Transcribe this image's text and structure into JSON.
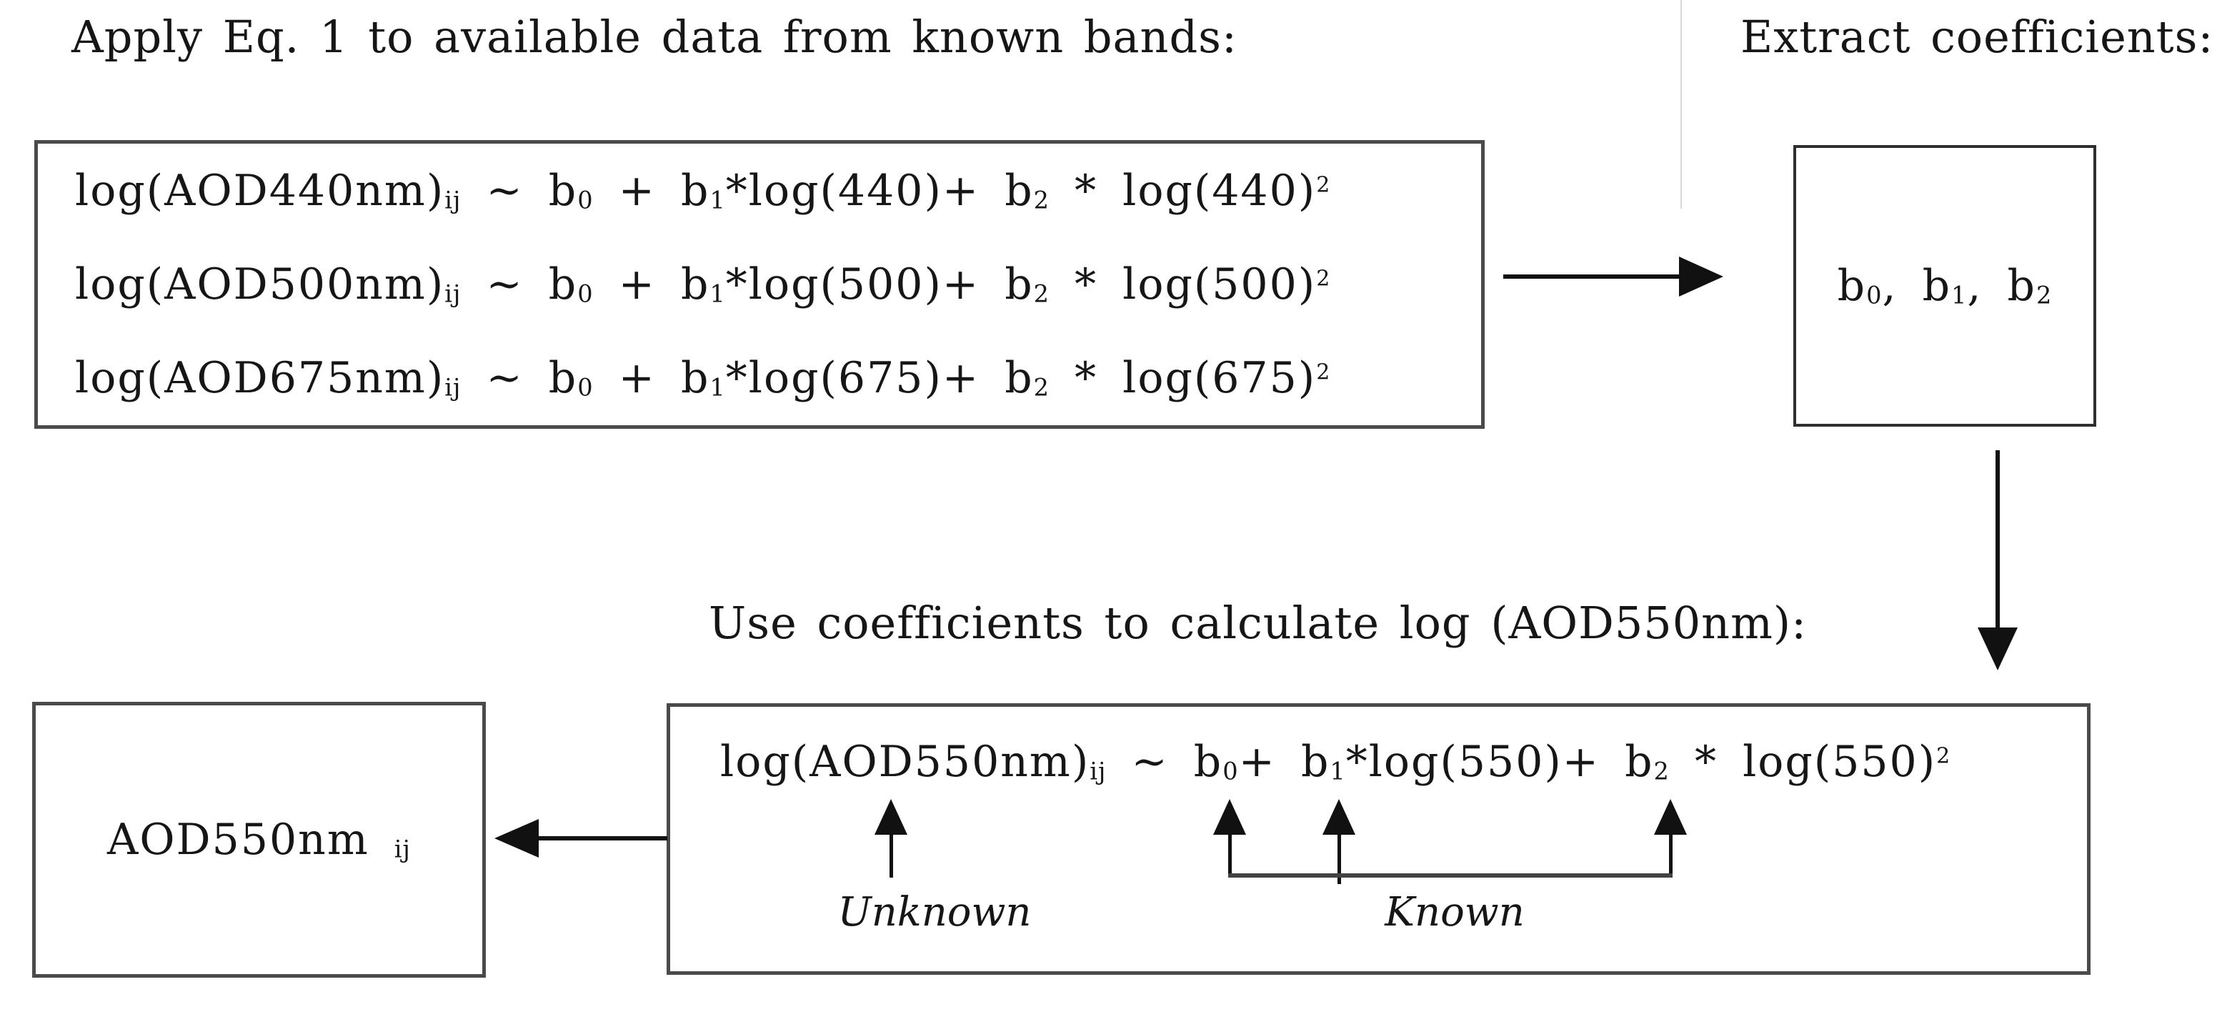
{
  "diagram": {
    "step1_title": "Apply Eq. 1 to available data from known bands:",
    "step2_title": "Extract coefficients:",
    "step3_title": "Use coefficients to calculate log (AOD550nm):",
    "known_bands_box": {
      "equations": [
        [
          {
            "t": "log(AOD440nm)"
          },
          {
            "t": "ij",
            "s": "sub"
          },
          {
            "t": " ~ b"
          },
          {
            "t": "0",
            "s": "sub"
          },
          {
            "t": " + b"
          },
          {
            "t": "1",
            "s": "sub"
          },
          {
            "t": "*log(440)+ b"
          },
          {
            "t": "2",
            "s": "sub"
          },
          {
            "t": " * log(440)"
          },
          {
            "t": "2",
            "s": "sup"
          }
        ],
        [
          {
            "t": "log(AOD500nm)"
          },
          {
            "t": "ij",
            "s": "sub"
          },
          {
            "t": " ~ b"
          },
          {
            "t": "0",
            "s": "sub"
          },
          {
            "t": " + b"
          },
          {
            "t": "1",
            "s": "sub"
          },
          {
            "t": "*log(500)+ b"
          },
          {
            "t": "2",
            "s": "sub"
          },
          {
            "t": " * log(500)"
          },
          {
            "t": "2",
            "s": "sup"
          }
        ],
        [
          {
            "t": "log(AOD675nm)"
          },
          {
            "t": "ij",
            "s": "sub"
          },
          {
            "t": " ~ b"
          },
          {
            "t": "0",
            "s": "sub"
          },
          {
            "t": " + b"
          },
          {
            "t": "1",
            "s": "sub"
          },
          {
            "t": "*log(675)+ b"
          },
          {
            "t": "2",
            "s": "sub"
          },
          {
            "t": " * log(675)"
          },
          {
            "t": "2",
            "s": "sup"
          }
        ]
      ]
    },
    "coefficients_box": {
      "value": [
        {
          "t": "b"
        },
        {
          "t": "0",
          "s": "sub"
        },
        {
          "t": ", b"
        },
        {
          "t": "1",
          "s": "sub"
        },
        {
          "t": ", b"
        },
        {
          "t": "2",
          "s": "sub"
        }
      ]
    },
    "aod550_box": {
      "equation": [
        {
          "t": "log(AOD550nm)"
        },
        {
          "t": "ij",
          "s": "sub"
        },
        {
          "t": " ~ b"
        },
        {
          "t": "0",
          "s": "sub"
        },
        {
          "t": "+ b"
        },
        {
          "t": "1",
          "s": "sub"
        },
        {
          "t": "*log(550)+ b"
        },
        {
          "t": "2",
          "s": "sub"
        },
        {
          "t": " * log(550)"
        },
        {
          "t": "2",
          "s": "sup"
        }
      ],
      "unknown_label": "Unknown",
      "known_label": "Known"
    },
    "result_box": {
      "value": [
        {
          "t": "AOD550nm "
        },
        {
          "t": "ij",
          "s": "sub"
        }
      ]
    }
  }
}
